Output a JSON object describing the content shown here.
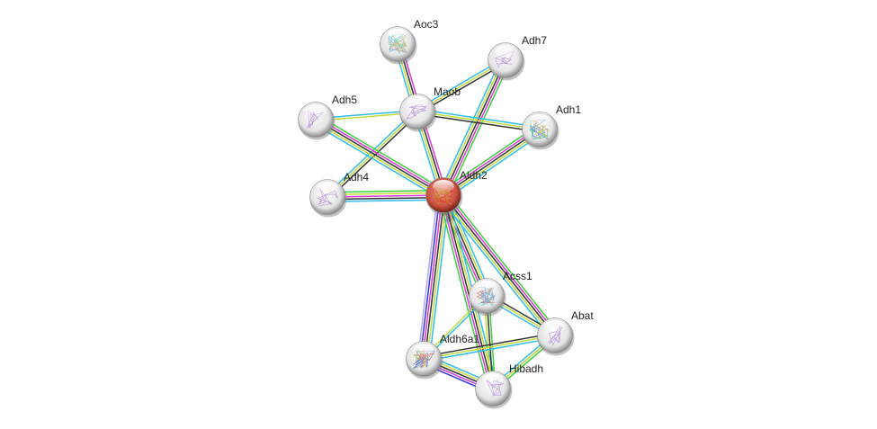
{
  "network": {
    "nodes": [
      {
        "id": "Aoc3",
        "label": "Aoc3",
        "query": false,
        "structure_colors": [
          "#5aa0e0",
          "#6cd0a0",
          "#e0b060"
        ]
      },
      {
        "id": "Adh7",
        "label": "Adh7",
        "query": false,
        "structure_colors": [
          "#b088d8"
        ]
      },
      {
        "id": "Maob",
        "label": "Maob",
        "query": false,
        "structure_colors": [
          "#b088d8"
        ]
      },
      {
        "id": "Adh5",
        "label": "Adh5",
        "query": false,
        "structure_colors": [
          "#b088d8"
        ]
      },
      {
        "id": "Adh1",
        "label": "Adh1",
        "query": false,
        "structure_colors": [
          "#4a7ae0",
          "#40c090",
          "#e0b060"
        ]
      },
      {
        "id": "Adh4",
        "label": "Adh4",
        "query": false,
        "structure_colors": [
          "#b088d8"
        ]
      },
      {
        "id": "Aldh2",
        "label": "Aldh2",
        "query": true,
        "structure_colors": [
          "#e03020",
          "#c09020"
        ]
      },
      {
        "id": "Acss1",
        "label": "Acss1",
        "query": false,
        "structure_colors": [
          "#e06040",
          "#50c0c0",
          "#80a0e0"
        ]
      },
      {
        "id": "Abat",
        "label": "Abat",
        "query": false,
        "structure_colors": [
          "#b088d8"
        ]
      },
      {
        "id": "Aldh6a1",
        "label": "Aldh6a1",
        "query": false,
        "structure_colors": [
          "#70c060",
          "#4060d0",
          "#e08060"
        ]
      },
      {
        "id": "Hibadh",
        "label": "Hibadh",
        "query": false,
        "structure_colors": [
          "#b088d8"
        ]
      }
    ],
    "evidence_colors": {
      "neighborhood": "#3ccf3c",
      "experiments": "#d63ad6",
      "coexpression": "#333333",
      "textmining": "#c4dc3a",
      "database": "#30bde6",
      "cooccurrence": "#3333ee",
      "homology": "#b4a8f0"
    },
    "edges": [
      {
        "a": "Aoc3",
        "b": "Maob",
        "evidence": [
          "experiments",
          "coexpression",
          "textmining",
          "database"
        ]
      },
      {
        "a": "Maob",
        "b": "Aldh2",
        "evidence": [
          "experiments",
          "coexpression",
          "textmining",
          "database"
        ]
      },
      {
        "a": "Adh7",
        "b": "Maob",
        "evidence": [
          "coexpression",
          "textmining",
          "database"
        ]
      },
      {
        "a": "Adh7",
        "b": "Aldh2",
        "evidence": [
          "neighborhood",
          "experiments",
          "coexpression",
          "textmining",
          "database"
        ]
      },
      {
        "a": "Maob",
        "b": "Adh5",
        "evidence": [
          "textmining",
          "database"
        ]
      },
      {
        "a": "Maob",
        "b": "Adh1",
        "evidence": [
          "database",
          "textmining",
          "coexpression"
        ]
      },
      {
        "a": "Maob",
        "b": "Adh4",
        "evidence": [
          "coexpression",
          "textmining",
          "database"
        ]
      },
      {
        "a": "Adh5",
        "b": "Aldh2",
        "evidence": [
          "neighborhood",
          "experiments",
          "coexpression",
          "textmining",
          "database"
        ]
      },
      {
        "a": "Adh1",
        "b": "Aldh2",
        "evidence": [
          "database",
          "textmining",
          "coexpression",
          "experiments",
          "neighborhood"
        ]
      },
      {
        "a": "Adh4",
        "b": "Aldh2",
        "evidence": [
          "neighborhood",
          "textmining",
          "experiments",
          "coexpression",
          "database"
        ]
      },
      {
        "a": "Aldh2",
        "b": "Aldh6a1",
        "evidence": [
          "database",
          "textmining",
          "coexpression",
          "experiments",
          "cooccurrence",
          "homology"
        ]
      },
      {
        "a": "Aldh2",
        "b": "Acss1",
        "evidence": [
          "database",
          "textmining",
          "coexpression",
          "experiments",
          "neighborhood"
        ]
      },
      {
        "a": "Aldh2",
        "b": "Abat",
        "evidence": [
          "neighborhood",
          "experiments",
          "coexpression",
          "textmining",
          "database"
        ]
      },
      {
        "a": "Aldh2",
        "b": "Hibadh",
        "evidence": [
          "database",
          "textmining",
          "coexpression",
          "experiments",
          "neighborhood"
        ]
      },
      {
        "a": "Acss1",
        "b": "Abat",
        "evidence": [
          "coexpression",
          "textmining",
          "database"
        ]
      },
      {
        "a": "Acss1",
        "b": "Aldh6a1",
        "evidence": [
          "database",
          "textmining"
        ]
      },
      {
        "a": "Acss1",
        "b": "Hibadh",
        "evidence": [
          "neighborhood",
          "coexpression",
          "textmining"
        ]
      },
      {
        "a": "Abat",
        "b": "Aldh6a1",
        "evidence": [
          "database",
          "textmining",
          "coexpression"
        ]
      },
      {
        "a": "Abat",
        "b": "Hibadh",
        "evidence": [
          "neighborhood",
          "textmining",
          "database"
        ]
      },
      {
        "a": "Aldh6a1",
        "b": "Hibadh",
        "evidence": [
          "database",
          "textmining",
          "coexpression",
          "experiments",
          "cooccurrence"
        ]
      }
    ]
  }
}
